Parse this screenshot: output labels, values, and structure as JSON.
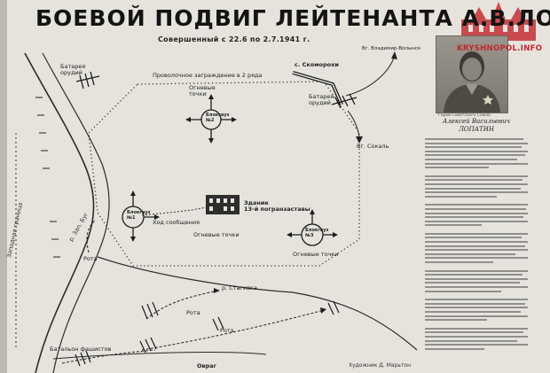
{
  "title": "БОЕВОЙ ПОДВИГ ЛЕЙТЕНАНТА А.В.ЛОПАТИНА",
  "subtitle": "Совершенный с 22.6 по 2.7.1941 г.",
  "watermark": "KRYSHNOPOL.INFO",
  "labels": {
    "battery_top": "Батарея\nорудий",
    "barbed_wire": "Проволочное заграждение в 2 ряда",
    "village": "с. Скоморохи",
    "vladimir_road": "Вг. Владимир-Волынск",
    "firing_points_top": "Огневые\nточки",
    "battery_right": "Батарея\nорудий",
    "sokal": "Вг. Сокаль",
    "bunker_2": "Блокгауз\n№2",
    "bunker_1": "Блокгауз\n№1",
    "bunker_3": "Блокгауз\n№3",
    "hq_building": "Здание\n13-й погранзаставы",
    "message_route": "Ход сообщения",
    "firing_points_left": "Огневые точки",
    "firing_points_right": "Огневые точки",
    "border": "Западная граница",
    "river_bug": "р. Зап. Буг",
    "company_left": "Рота",
    "river_stagivka": "р. Стагивка",
    "company_center": "Рота",
    "company_bottom": "Рота",
    "fascist_battalion": "Батальон фашистов",
    "ravine": "Овраг",
    "artist": "Художник Д. Марьтон"
  },
  "hero": {
    "caption": "Герой Советского Союза",
    "name": "Алексей Васильевич\nЛОПАТИН"
  },
  "colors": {
    "paper": "#e6e3dc",
    "ink": "#1c1c1c",
    "watermark": "#c1262e"
  }
}
